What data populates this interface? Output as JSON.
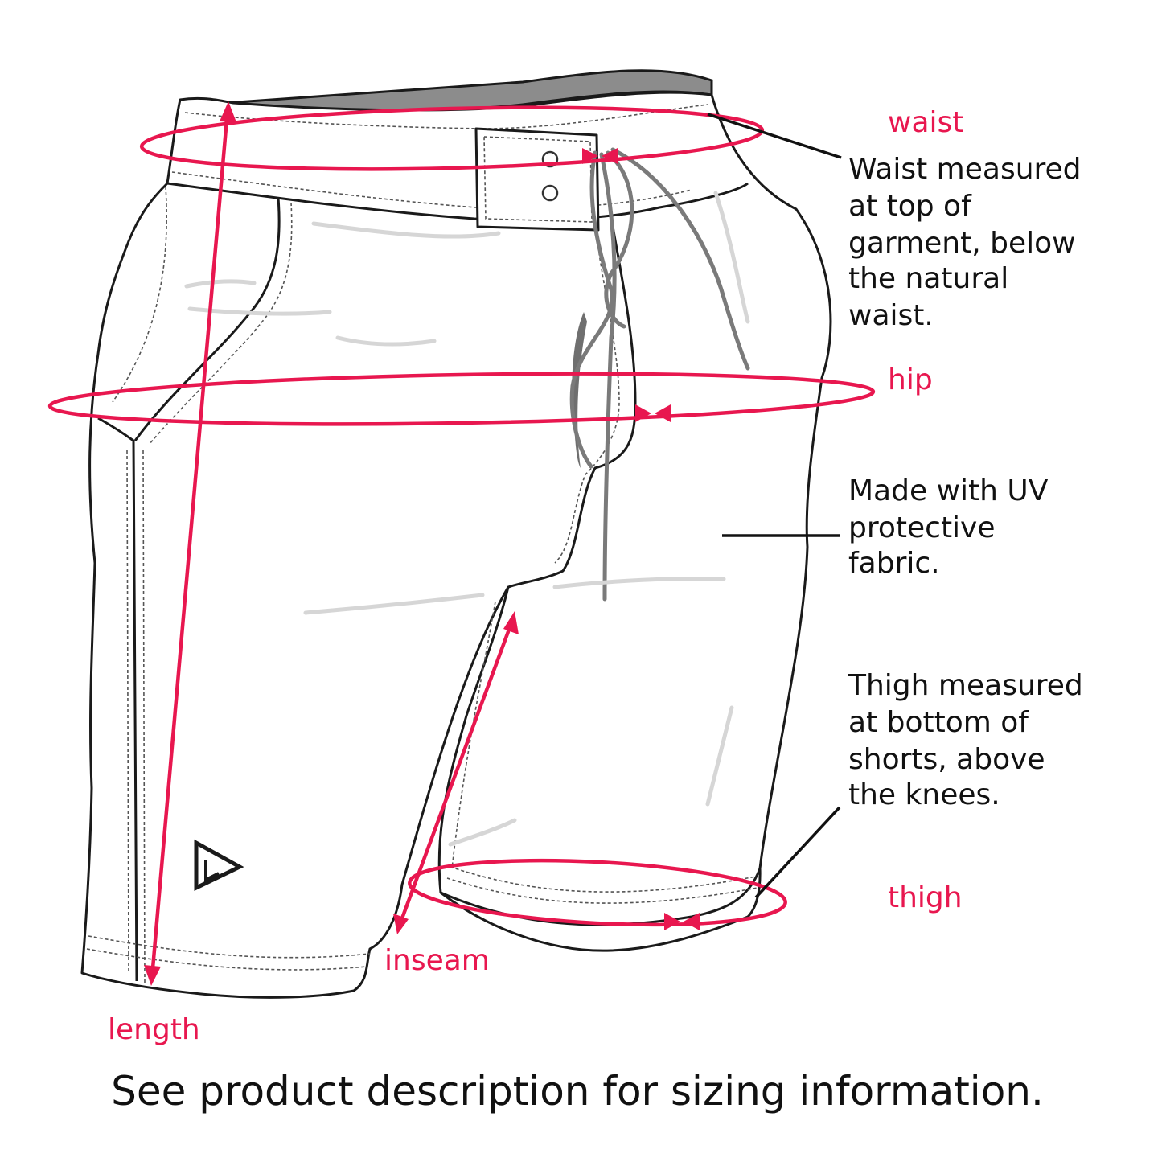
{
  "measurements": {
    "waist": "waist",
    "hip": "hip",
    "thigh": "thigh",
    "inseam": "inseam",
    "length": "length"
  },
  "notes": {
    "waist": [
      "Waist measured",
      "at top of",
      "garment, below",
      "the natural",
      "waist."
    ],
    "fabric": [
      "Made with UV",
      "protective",
      "fabric."
    ],
    "thigh": [
      "Thigh measured",
      "at bottom of",
      "shorts, above",
      "the knees."
    ]
  },
  "caption": "See product description for sizing information.",
  "colors": {
    "accent": "#e8174f",
    "text": "#111111",
    "waistband_inner": "#8c8c8c"
  },
  "icons": {
    "brand": "triangle-logo-icon"
  }
}
